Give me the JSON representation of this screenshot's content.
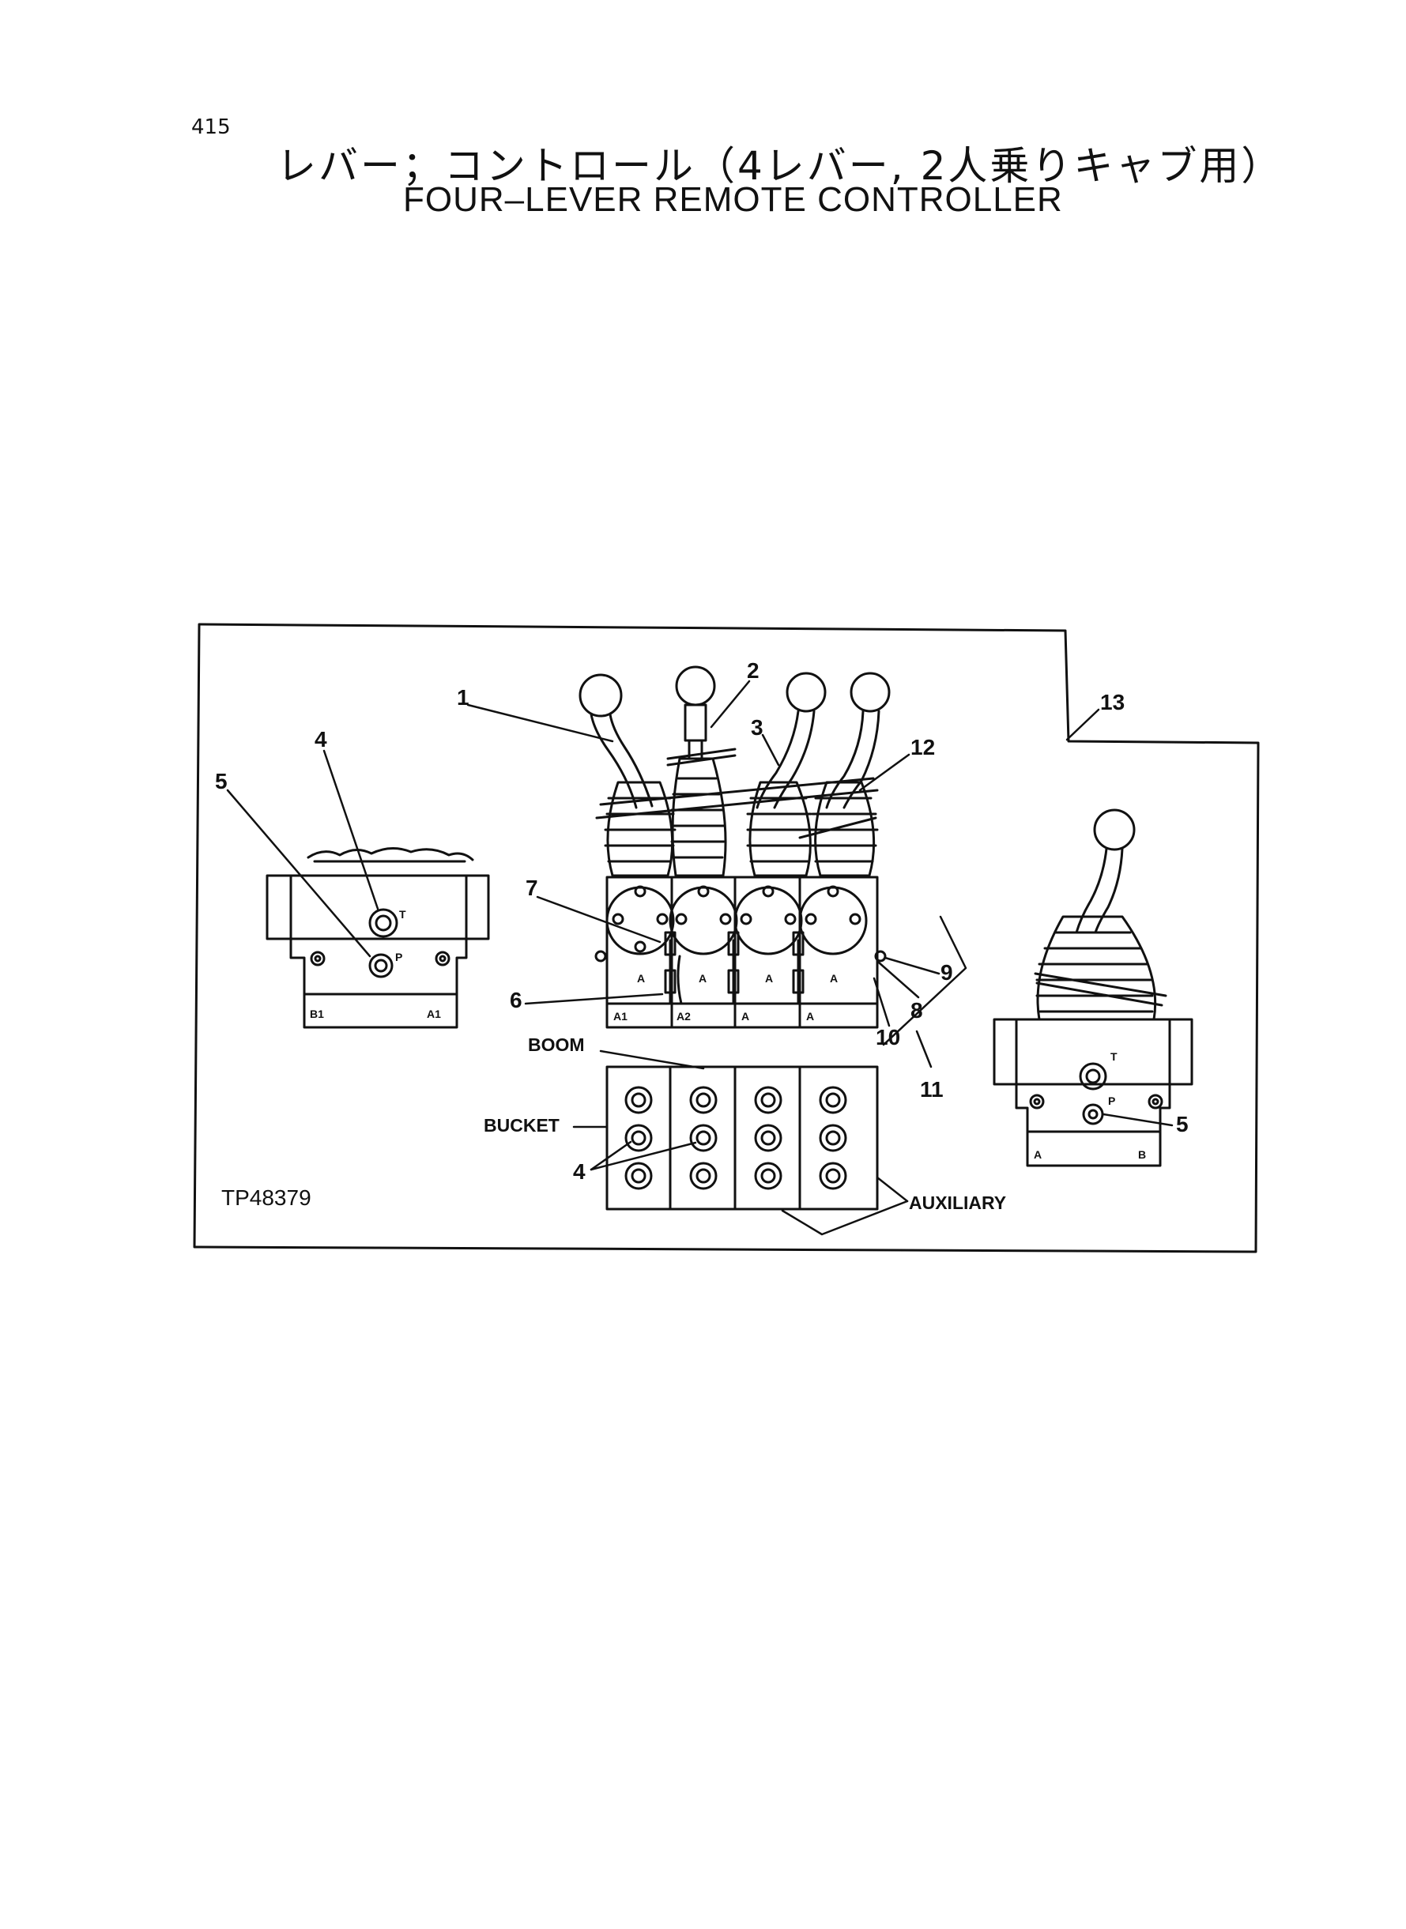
{
  "page_number": "415",
  "title_jp": "レバー；コントロール（4レバー, 2人乗りキャブ用）",
  "title_en": "FOUR–LEVER REMOTE CONTROLLER",
  "figure": {
    "ref_id": "TP48379",
    "callouts": [
      "1",
      "2",
      "3",
      "4",
      "5",
      "6",
      "7",
      "8",
      "9",
      "10",
      "11",
      "12",
      "13"
    ],
    "labels": {
      "boom": "BOOM",
      "bucket": "BUCKET",
      "auxiliary": "AUXILIARY"
    },
    "ports": {
      "t": "T",
      "p": "P",
      "a": "A",
      "b": "B",
      "b1": "B1",
      "a1": "A1",
      "a2": "A2"
    }
  }
}
